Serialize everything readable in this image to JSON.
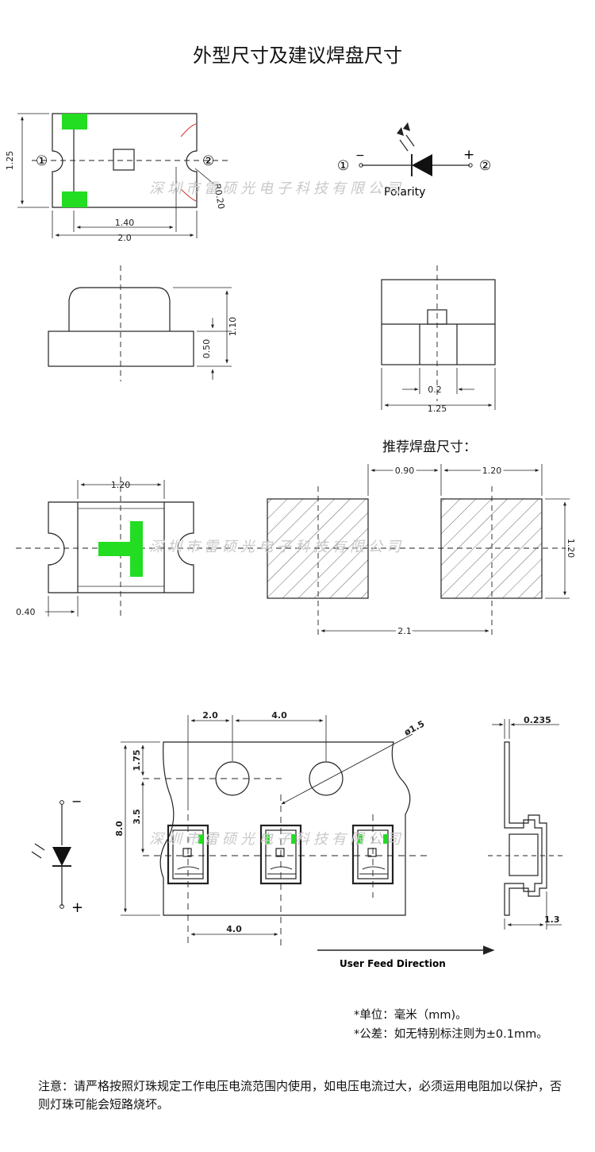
{
  "title": "外型尺寸及建议焊盘尺寸",
  "watermark": "深圳市雷硕光电子科技有限公司",
  "top_view": {
    "dim_height": "1.25",
    "dim_inner": "1.40",
    "dim_width": "2.0",
    "radius": "R0.20",
    "pin1": "①",
    "pin2": "②"
  },
  "polarity": {
    "pin1": "①",
    "pin2": "②",
    "minus": "−",
    "plus": "+",
    "label": "Polarity"
  },
  "side_view": {
    "dim_total": "1.10",
    "dim_body": "0.50"
  },
  "end_view": {
    "dim_chip": "0.2",
    "dim_width": "1.25"
  },
  "bottom_view": {
    "dim_pad_span": "1.20",
    "dim_pad_edge": "0.40"
  },
  "pad": {
    "title": "推荐焊盘尺寸：",
    "dim_gap": "0.90",
    "dim_pad_w": "1.20",
    "dim_pad_h": "1.20",
    "dim_pitch": "2.1"
  },
  "tape": {
    "dim_a": "2.0",
    "dim_b": "4.0",
    "dim_hole": "ø1.5",
    "dim_c": "1.75",
    "dim_d": "3.5",
    "dim_e": "8.0",
    "dim_f": "4.0",
    "dim_thick": "0.235",
    "dim_depth": "1.3",
    "feed": "User Feed Direction",
    "minus": "−",
    "plus": "+"
  },
  "units": {
    "unit": "*单位：毫米（mm)。",
    "tolerance": "*公差：如无特别标注则为±0.1mm。"
  },
  "notice": "注意：请严格按照灯珠规定工作电压电流范围内使用，如电压电流过大，必须运用电阻加以保护，否则灯珠可能会短路烧坏。",
  "colors": {
    "pad_green": "#22dd22",
    "accent_red": "#d33333",
    "line": "#222222"
  }
}
